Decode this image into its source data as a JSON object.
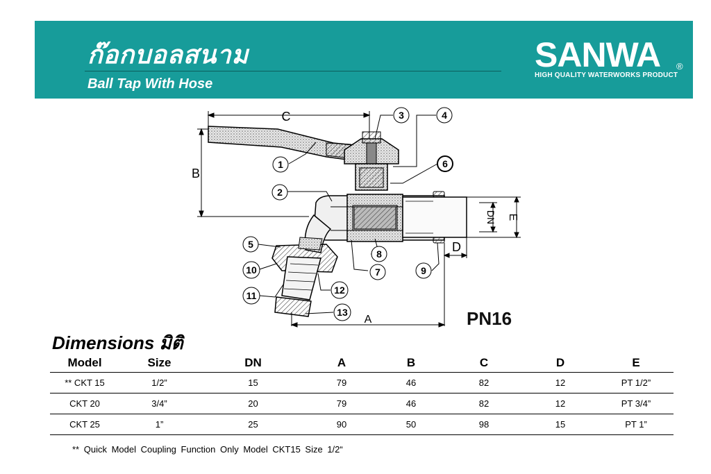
{
  "header": {
    "title_th": "ก๊อกบอลสนาม",
    "title_en": "Ball Tap With Hose",
    "brand": "SANWA",
    "brand_mark": "®",
    "tagline": "HIGH QUALITY WATERWORKS PRODUCT"
  },
  "diagram": {
    "dimension_labels": {
      "c": "C",
      "b": "B",
      "a": "A",
      "d": "D",
      "dn": "DN",
      "e": "E"
    },
    "callouts": [
      "1",
      "2",
      "3",
      "4",
      "5",
      "6",
      "7",
      "8",
      "9",
      "10",
      "11",
      "12",
      "13"
    ],
    "pressure_rating": "PN16"
  },
  "dimensions": {
    "title": "Dimensions มิติ",
    "columns": [
      "Model",
      "Size",
      "DN",
      "A",
      "B",
      "C",
      "D",
      "E"
    ],
    "rows": [
      {
        "model": "** CKT 15",
        "size": "1/2”",
        "dn": "15",
        "a": "79",
        "b": "46",
        "c": "82",
        "d": "12",
        "e": "PT 1/2”"
      },
      {
        "model": "CKT 20",
        "size": "3/4”",
        "dn": "20",
        "a": "79",
        "b": "46",
        "c": "82",
        "d": "12",
        "e": "PT 3/4”"
      },
      {
        "model": "CKT 25",
        "size": "1”",
        "dn": "25",
        "a": "90",
        "b": "50",
        "c": "98",
        "d": "15",
        "e": "PT 1”"
      }
    ],
    "footnote": "** Quick Model Coupling Function Only Model CKT15 Size 1/2“"
  },
  "colors": {
    "banner": "#179c9a",
    "text": "#000000"
  }
}
